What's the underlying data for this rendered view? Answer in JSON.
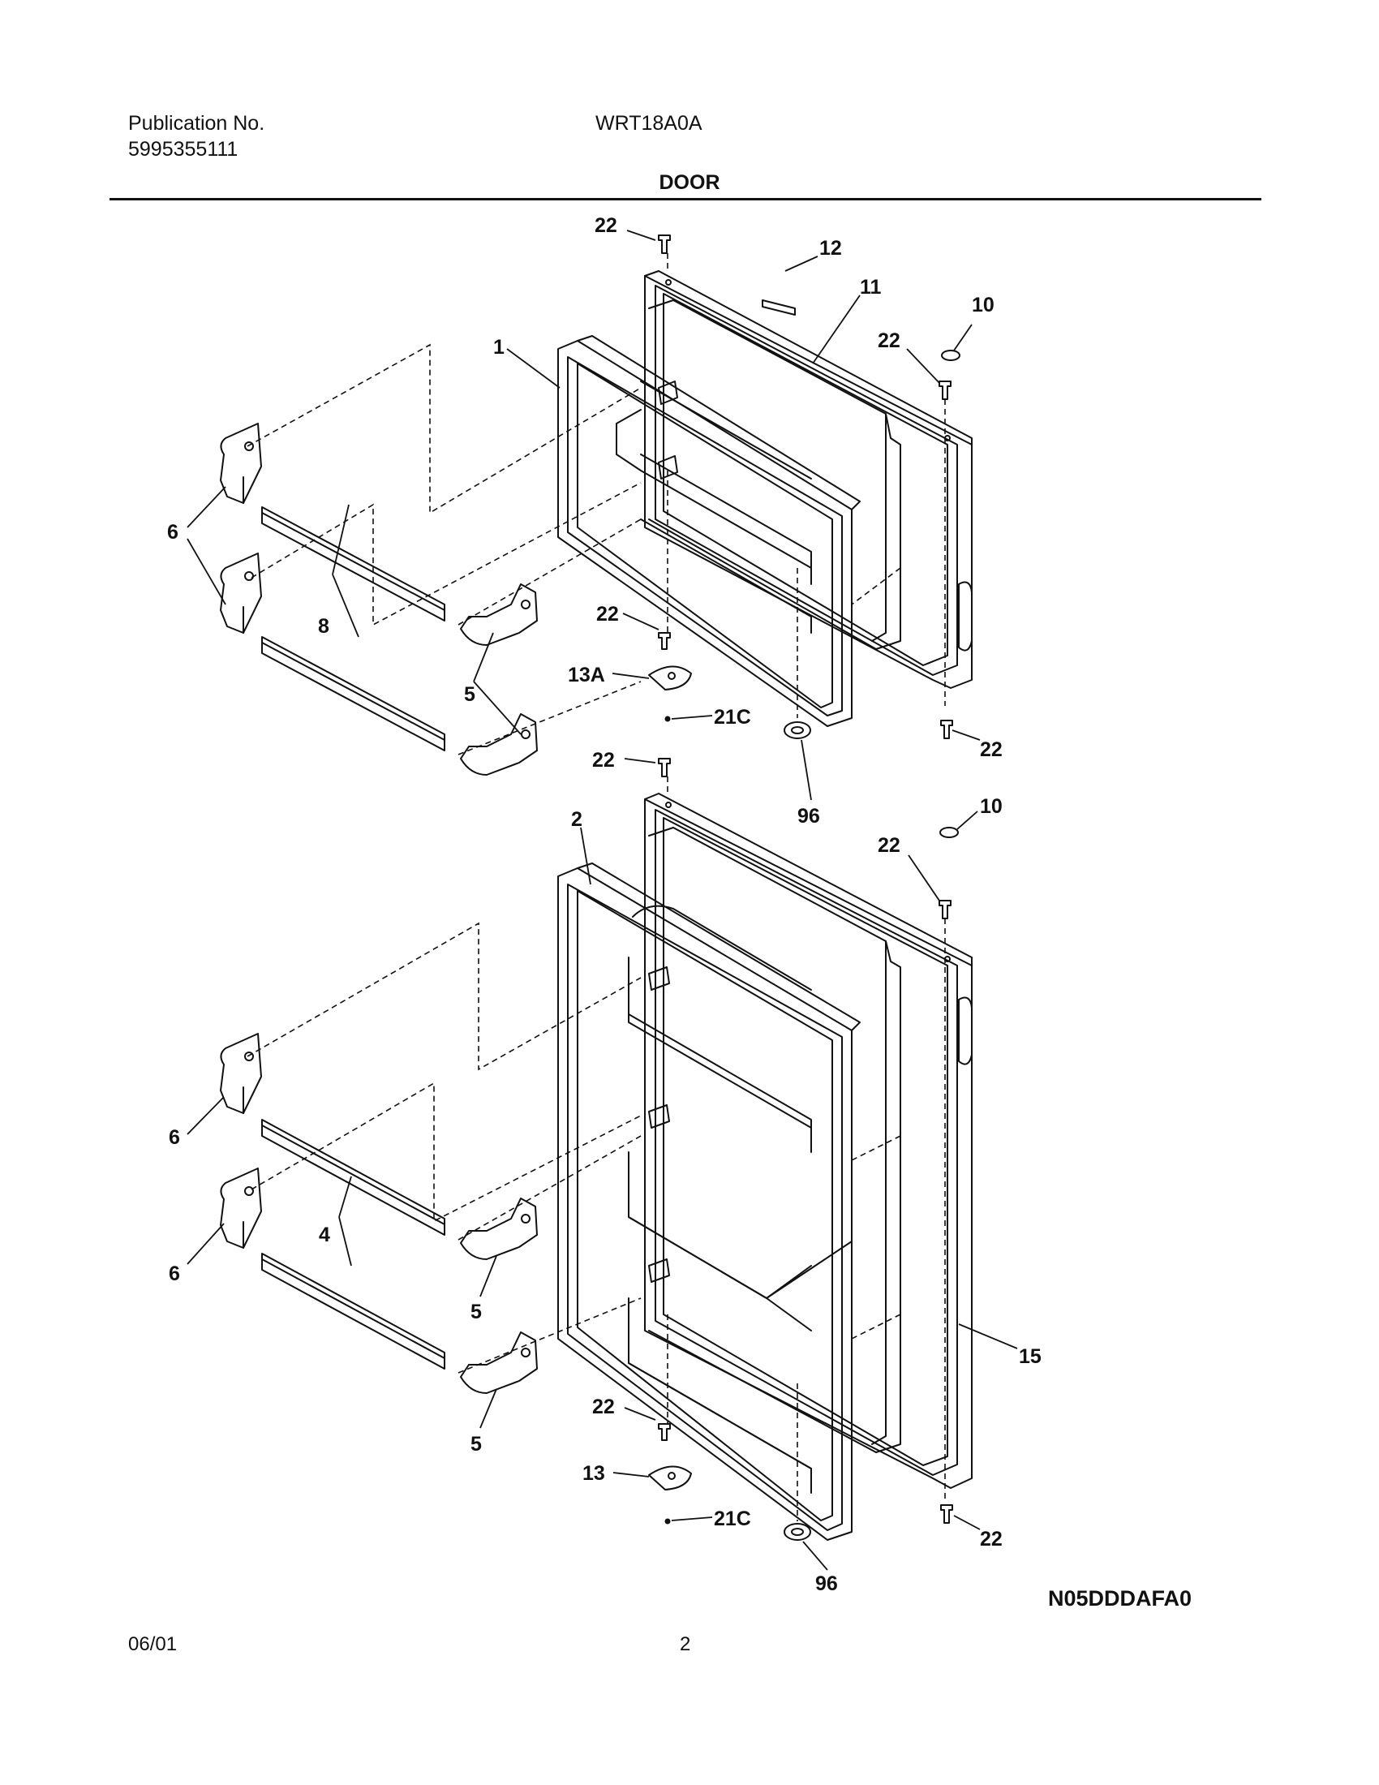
{
  "header": {
    "publication_label": "Publication No.",
    "publication_number": "5995355111",
    "model": "WRT18A0A"
  },
  "title": "DOOR",
  "callouts": [
    {
      "id": "top-22",
      "text": "22"
    },
    {
      "id": "top-12",
      "text": "12"
    },
    {
      "id": "top-11",
      "text": "11"
    },
    {
      "id": "top-10",
      "text": "10"
    },
    {
      "id": "top-22b",
      "text": "22"
    },
    {
      "id": "top-1",
      "text": "1"
    },
    {
      "id": "top-6",
      "text": "6"
    },
    {
      "id": "top-8",
      "text": "8"
    },
    {
      "id": "top-22c",
      "text": "22"
    },
    {
      "id": "top-13a",
      "text": "13A"
    },
    {
      "id": "top-5",
      "text": "5"
    },
    {
      "id": "top-21c",
      "text": "21C"
    },
    {
      "id": "top-22d",
      "text": "22"
    },
    {
      "id": "mid-22",
      "text": "22"
    },
    {
      "id": "mid-96",
      "text": "96"
    },
    {
      "id": "mid-2",
      "text": "2"
    },
    {
      "id": "mid-10",
      "text": "10"
    },
    {
      "id": "mid-22b",
      "text": "22"
    },
    {
      "id": "bot-6a",
      "text": "6"
    },
    {
      "id": "bot-4",
      "text": "4"
    },
    {
      "id": "bot-6b",
      "text": "6"
    },
    {
      "id": "bot-5a",
      "text": "5"
    },
    {
      "id": "bot-15",
      "text": "15"
    },
    {
      "id": "bot-22",
      "text": "22"
    },
    {
      "id": "bot-5b",
      "text": "5"
    },
    {
      "id": "bot-13",
      "text": "13"
    },
    {
      "id": "bot-21c",
      "text": "21C"
    },
    {
      "id": "bot-22b",
      "text": "22"
    },
    {
      "id": "bot-96",
      "text": "96"
    }
  ],
  "diagram_code": "N05DDDAFA0",
  "footer": {
    "date": "06/01",
    "page": "2"
  }
}
